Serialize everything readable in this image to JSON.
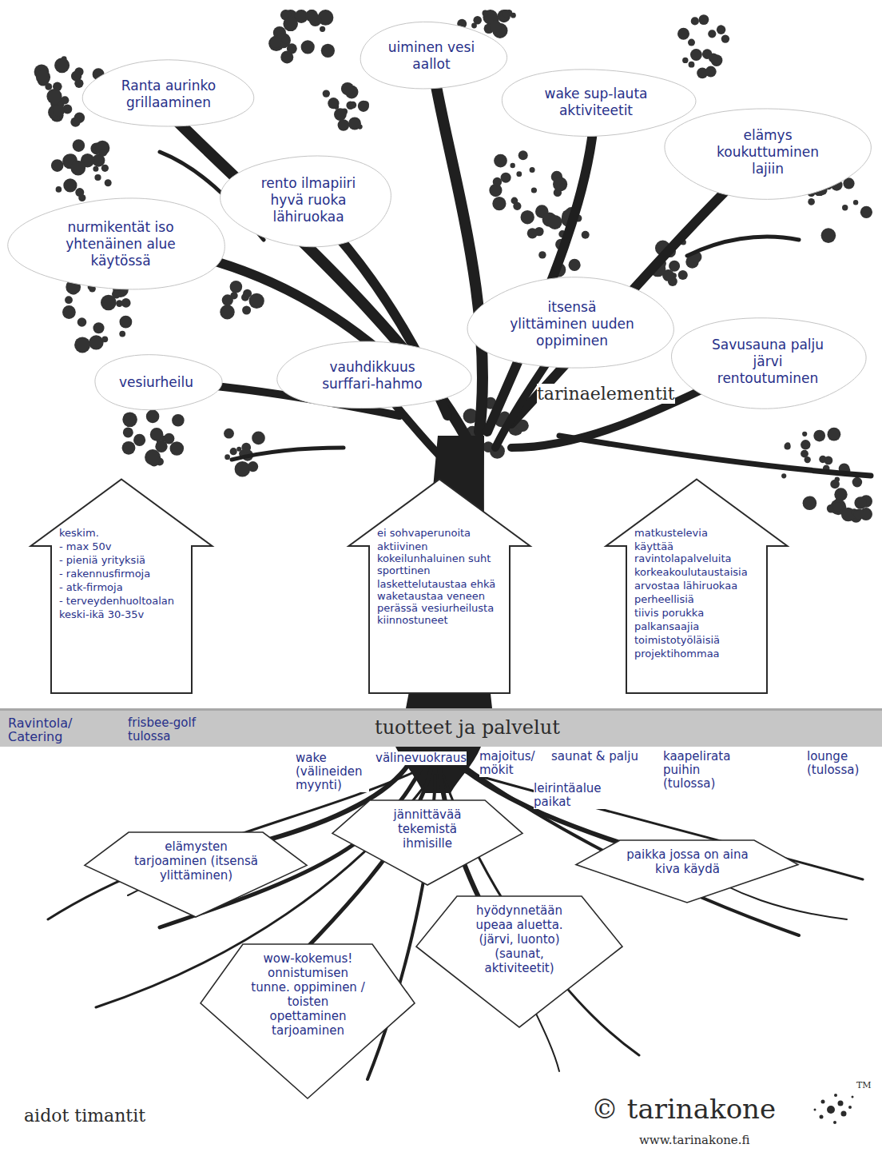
{
  "diagram": {
    "nodes": [
      {
        "text": [
          "Ranta aurinko grillaaminen"
        ]
      },
      {
        "text": [
          "uiminen vesi aallot"
        ]
      },
      {
        "text": [
          "wake sup-lauta aktiviteetit"
        ]
      },
      {
        "text": [
          "elämys koukuttuminen lajiin"
        ]
      },
      {
        "text": [
          "rento ilmapiiri hyvä ruoka lähiruokaa"
        ]
      },
      {
        "text": [
          "nurmikentät iso yhtenäinen alue käytössä"
        ]
      },
      {
        "text": [
          "itsensä ylittäminen uuden oppiminen"
        ]
      },
      {
        "text": [
          "vauhdikkuus surffari-hahmo"
        ]
      },
      {
        "text": [
          "vesiurheilu"
        ]
      },
      {
        "text": [
          "Savusauna palju järvi",
          "rentoutuminen"
        ]
      },
      {
        "text": [
          "keskim.",
          "- max 50v",
          "- pieniä yrityksiä",
          "- rakennusfirmoja",
          "- atk-firmoja",
          "- terveydenhuoltoalan",
          "keski-ikä 30-35v"
        ]
      },
      {
        "text": [
          "ei sohvaperunoita",
          "aktiivinen kokeilunhaluinen suht sporttinen",
          "laskettelutaustaa ehkä waketaustaa veneen perässä vesiurheilusta kiinnostuneet"
        ]
      },
      {
        "text": [
          "matkustelevia",
          "käyttää ravintolapalveluita",
          "korkeakoulutaustaisia",
          "arvostaa lähiruokaa",
          "perheellisiä",
          "tiivis porukka",
          "palkansaajia",
          "toimistotyöläisiä",
          "projektihommaa"
        ]
      },
      {
        "text": [
          "tuotteet ja palvelut"
        ]
      },
      {
        "text": [
          "jännittävää tekemistä ihmisille"
        ]
      },
      {
        "text": [
          "elämysten tarjoaminen (itsensä ylittäminen)"
        ]
      },
      {
        "text": [
          "paikka jossa on aina kiva käydä"
        ]
      },
      {
        "text": [
          "wow-kokemus! onnistumisen tunne. oppiminen / toisten opettaminen",
          "tarjoaminen"
        ]
      },
      {
        "text": [
          "hyödynnetään upeaa aluetta. (järvi, luonto) (saunat, aktiviteetit)"
        ]
      }
    ],
    "labels": [
      "tarinaelementit",
      "Ravintola/ Catering",
      "frisbee-golf tulossa",
      "wake (välineiden myynti)",
      "välinevuokraus",
      "majoitus/ mökit",
      "leirintäalue paikat",
      "saunat & palju",
      "kaapelirata puihin (tulossa)",
      "lounge (tulossa)",
      "aidot timantit",
      "© tarinakone",
      "TM",
      "www.tarinakone.fi"
    ]
  }
}
